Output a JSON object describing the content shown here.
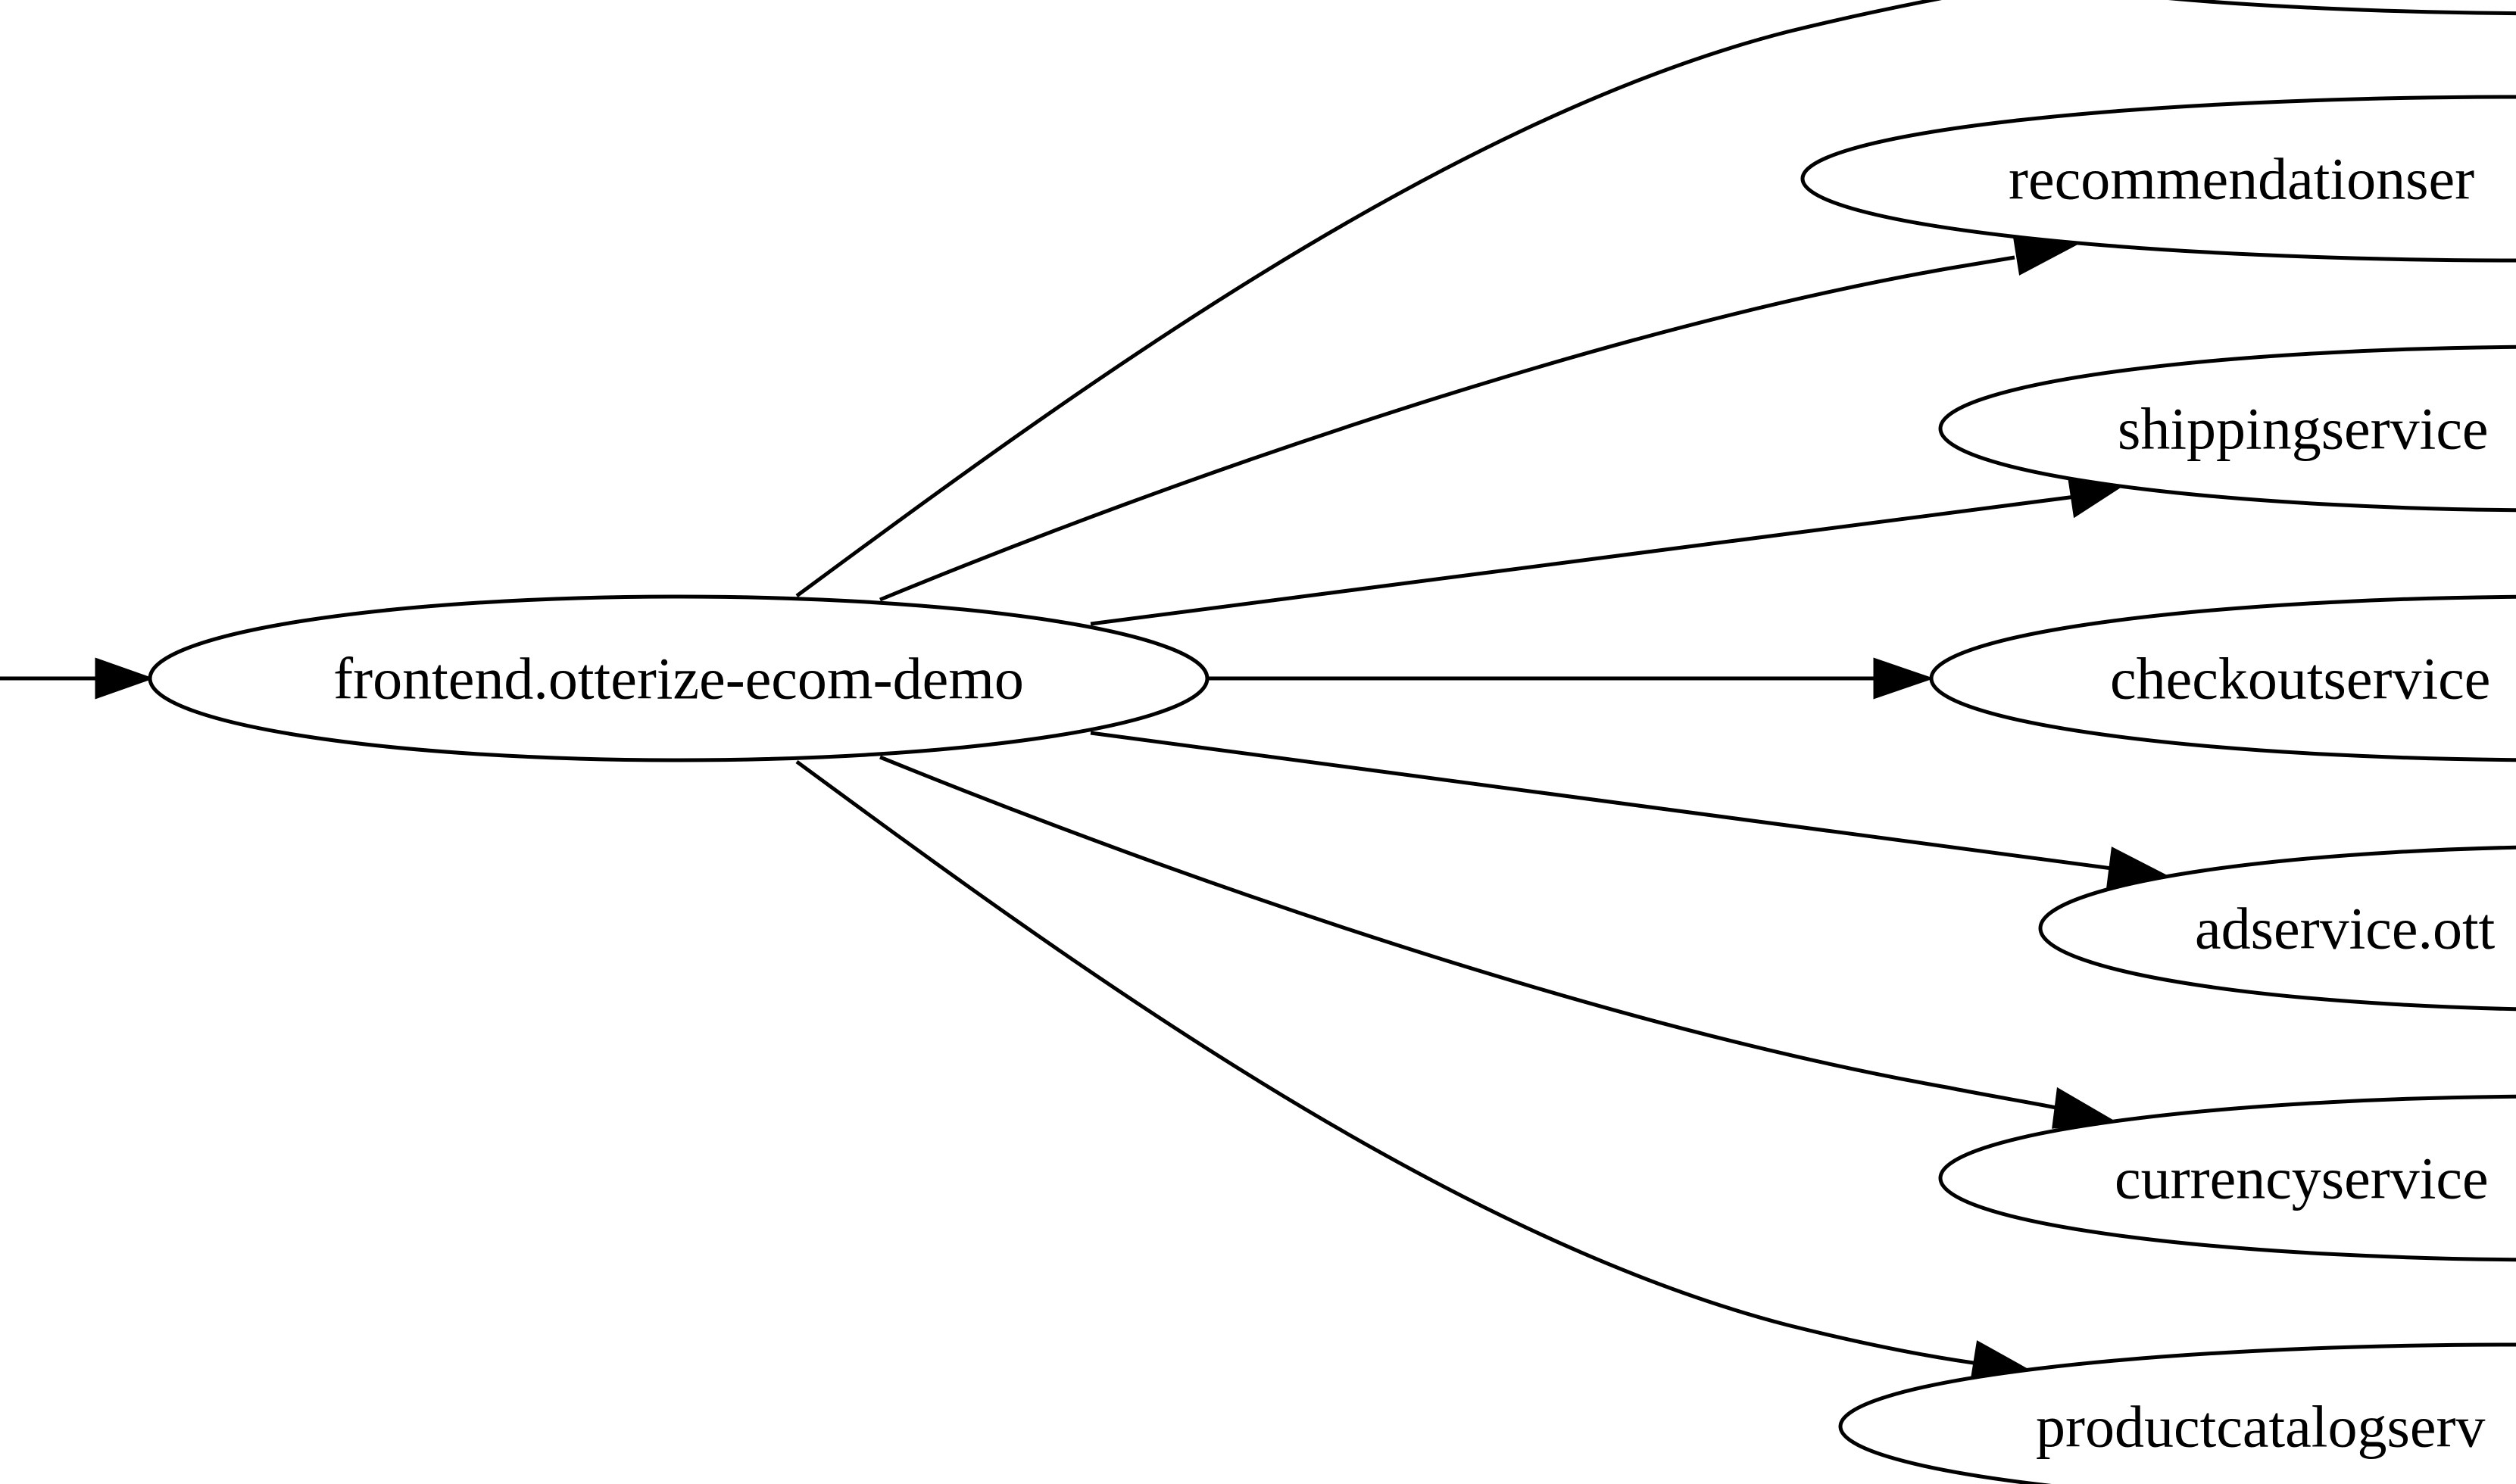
{
  "graph": {
    "source_node": "frontend.otterize-ecom-demo",
    "target_nodes": [
      "recommendationser",
      "shippingservice",
      "checkoutservice",
      "adservice.ott",
      "currencyservice",
      "productcatalogserv"
    ],
    "colors": {
      "stroke": "#000000",
      "fill": "#ffffff",
      "text": "#000000"
    }
  }
}
